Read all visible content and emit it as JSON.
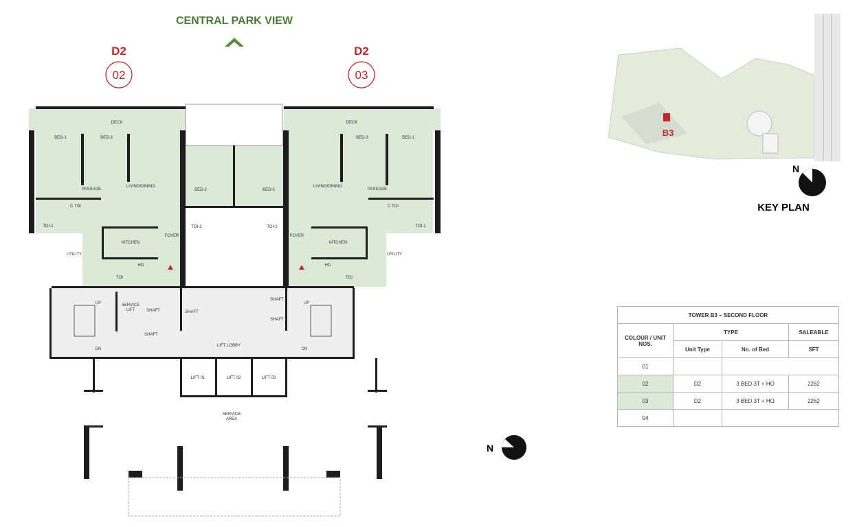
{
  "header": {
    "view_label": "CENTRAL PARK VIEW"
  },
  "units": [
    {
      "type": "D2",
      "number": "02"
    },
    {
      "type": "D2",
      "number": "03"
    }
  ],
  "plan": {
    "deck": "DECK",
    "bed1": "BED-1",
    "bed3": "BED-3",
    "bed2": "BED-2",
    "living": "LIVING/DINING",
    "passage": "PASSAGE",
    "ctoi": "C.TOI",
    "toi1": "TOI-1",
    "toi2": "TOI-2",
    "toi": "TOI",
    "kitchen": "KITCHEN",
    "foyer": "FOYER",
    "utility": "UTILITY",
    "hd": "HD",
    "up": "UP",
    "dn": "DN",
    "service_lift": [
      "SERVICE",
      "LIFT"
    ],
    "shaft": "SHAFT",
    "lift_lobby": "LIFT LOBBY",
    "lifts": [
      "LIFT 01",
      "LIFT 02",
      "LIFT 03"
    ],
    "service_area": [
      "SERVICE",
      "AREA"
    ],
    "north": "N"
  },
  "key_plan": {
    "title": "KEY PLAN",
    "tower": "B3",
    "north": "N"
  },
  "colors": {
    "unit_highlight": "#dce8d8",
    "accent_red": "#c0282d",
    "accent_green": "#4d7a32"
  },
  "table": {
    "title": "TOWER B3 – SECOND FLOOR",
    "col_unit": "COLOUR / UNIT NOS.",
    "col_type": "TYPE",
    "col_saleable": "SALEABLE",
    "sub_unit_type": "Unit Type",
    "sub_beds": "No. of Bed",
    "sub_sft": "SFT",
    "rows": [
      {
        "unit": "01",
        "type": "",
        "beds": "",
        "sft": "",
        "highlight": false
      },
      {
        "unit": "02",
        "type": "D2",
        "beds": "3 BED  3T + HO",
        "sft": "2262",
        "highlight": true
      },
      {
        "unit": "03",
        "type": "D2",
        "beds": "3 BED  3T + HO",
        "sft": "2262",
        "highlight": true
      },
      {
        "unit": "04",
        "type": "",
        "beds": "",
        "sft": "",
        "highlight": false
      }
    ]
  }
}
